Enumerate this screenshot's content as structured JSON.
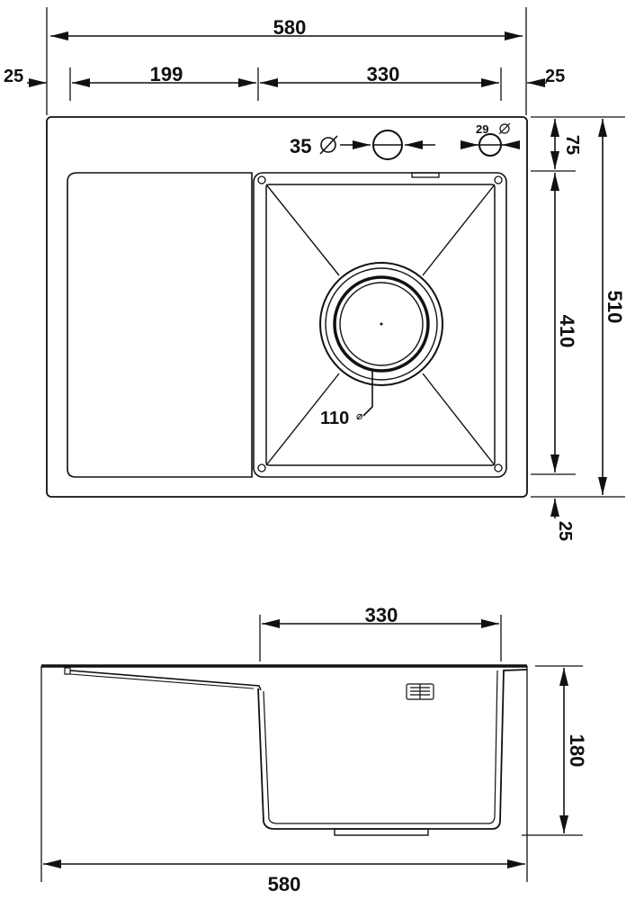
{
  "top_view": {
    "overall_width": "580",
    "left_margin": "25",
    "drainboard_width": "199",
    "bowl_width": "330",
    "right_margin": "25",
    "overall_depth": "510",
    "back_margin": "75",
    "bowl_depth": "410",
    "front_margin": "25",
    "tap_hole": "35",
    "accessory_hole": "29",
    "drain": "110"
  },
  "side_view": {
    "bowl_width": "330",
    "bowl_height": "180",
    "overall_width": "580"
  },
  "colors": {
    "line": "#111111",
    "background": "#ffffff"
  }
}
